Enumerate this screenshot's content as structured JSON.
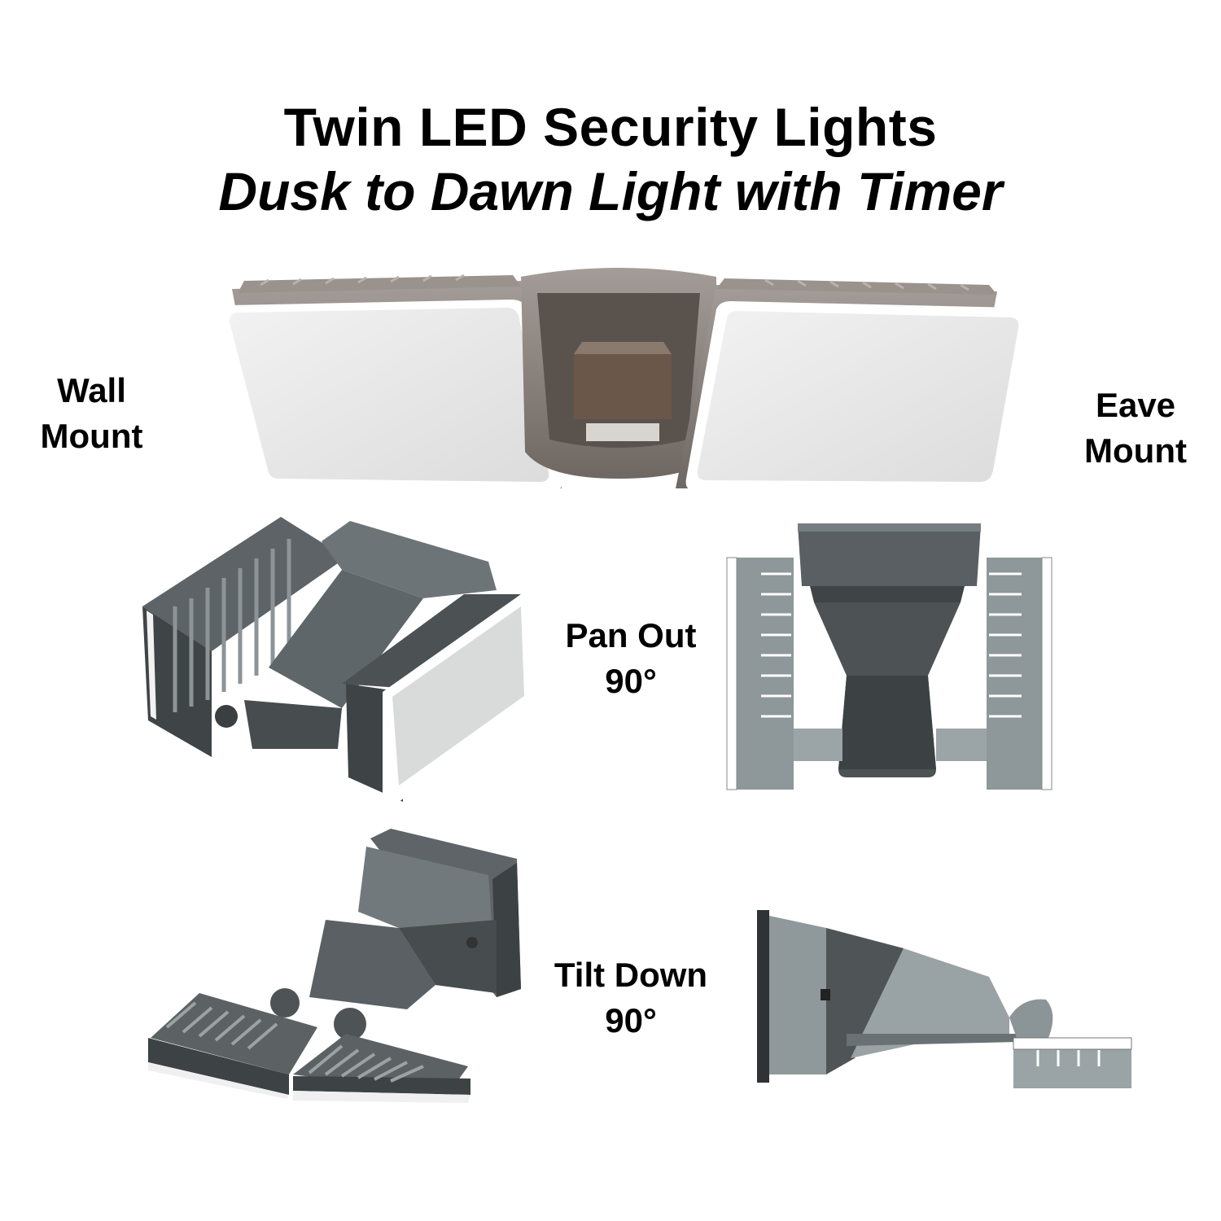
{
  "header": {
    "title": "Twin LED Security Lights",
    "subtitle": "Dusk to Dawn Light with Timer"
  },
  "labels": {
    "wall_mount": [
      "Wall",
      "Mount"
    ],
    "eave_mount": [
      "Eave",
      "Mount"
    ],
    "pan_out": [
      "Pan Out",
      "90°"
    ],
    "tilt_down": [
      "Tilt Down",
      "90°"
    ]
  },
  "colors": {
    "housing_bronze": "#8d8580",
    "housing_dark": "#4a4d4f",
    "lens": "#e9e9e9",
    "cad_gray": "#62686b",
    "cad_light": "#9aa3a5"
  }
}
